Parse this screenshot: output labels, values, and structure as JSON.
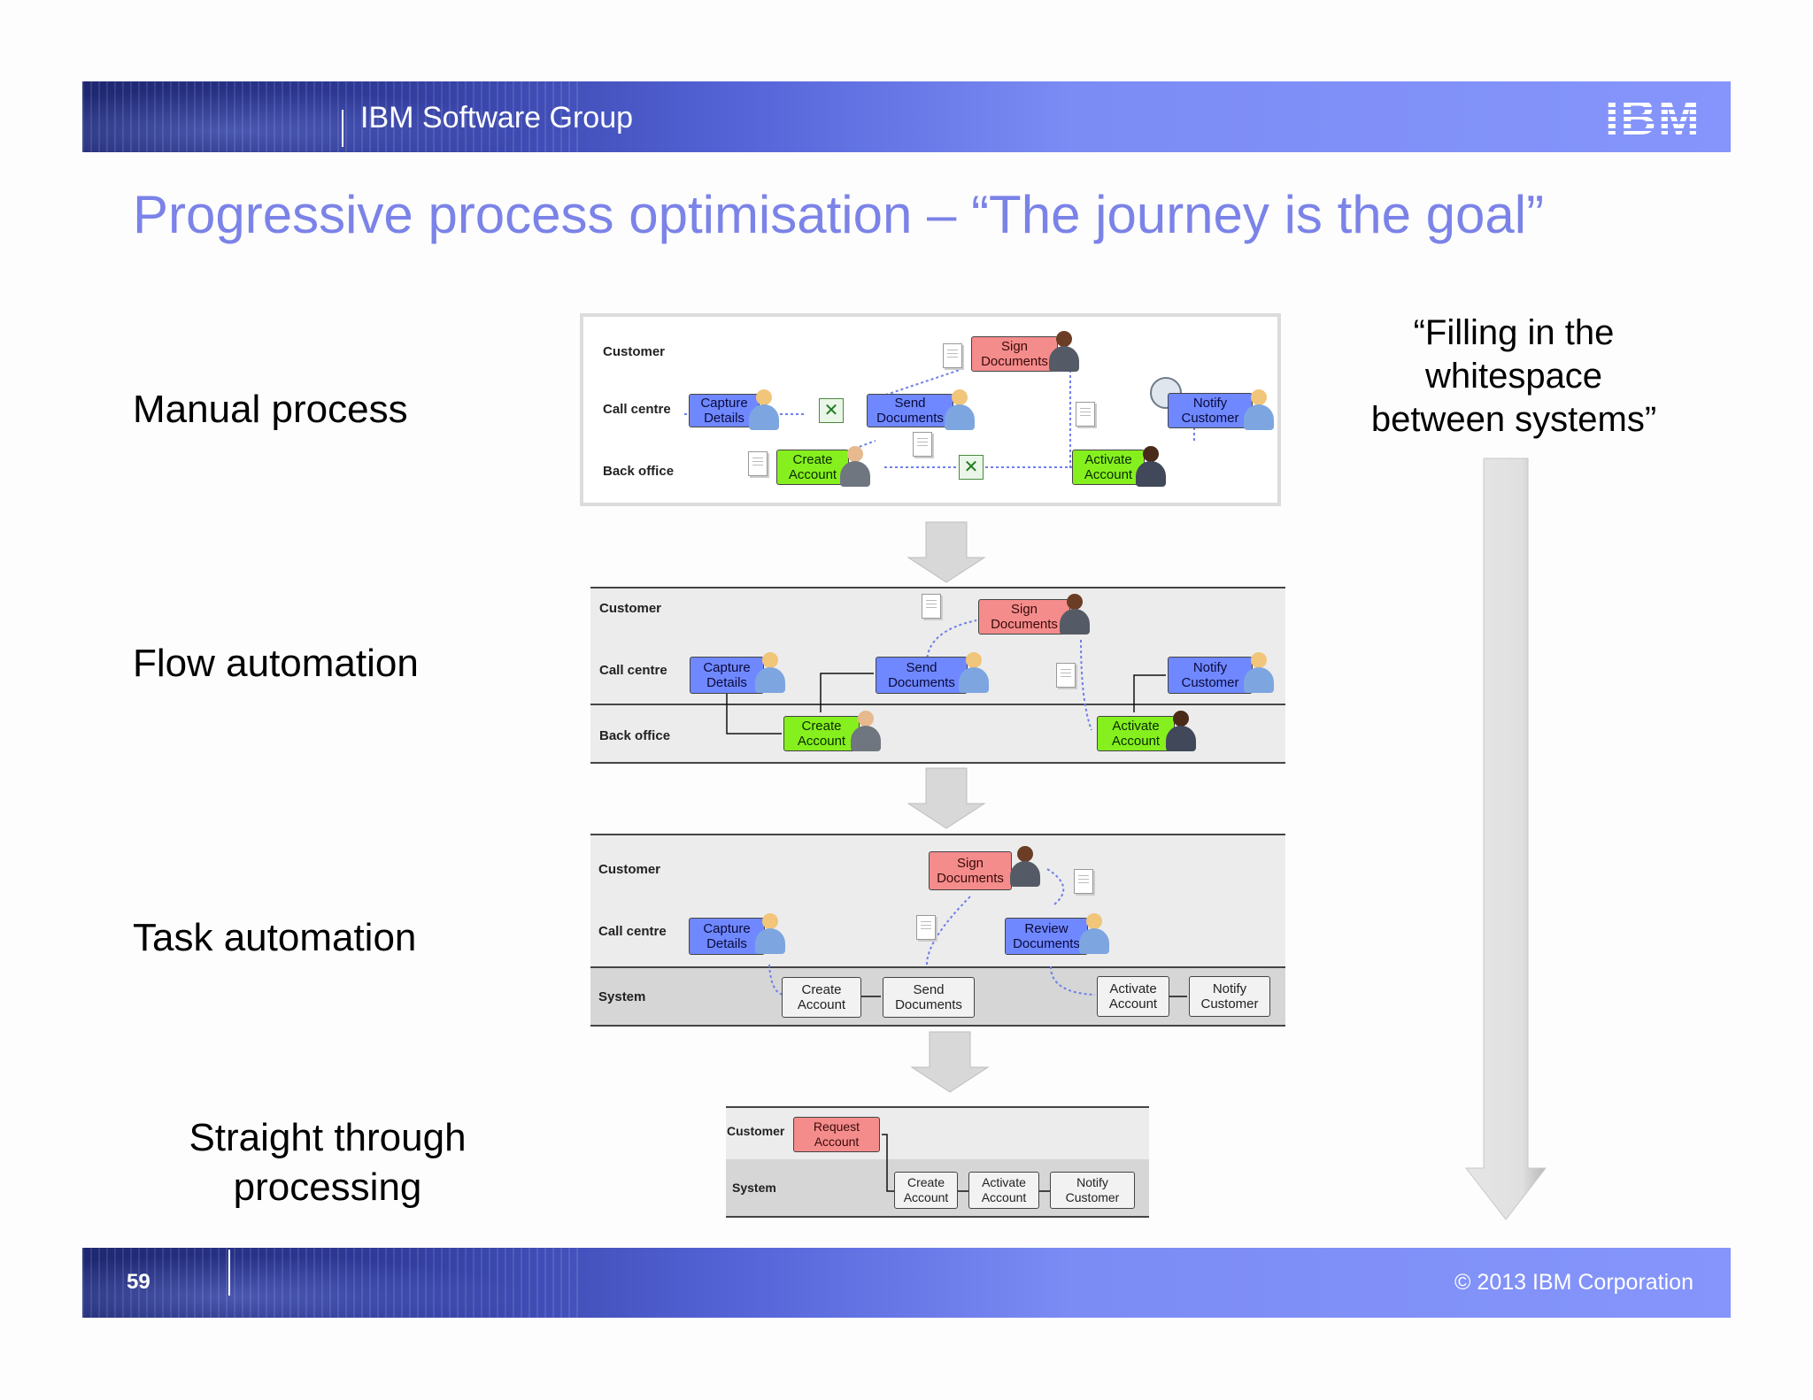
{
  "header": {
    "group": "IBM Software Group",
    "logo": "IBM"
  },
  "title": "Progressive process optimisation – “The journey is the goal”",
  "side_note": [
    "“Filling in the",
    "whitespace",
    "between systems”"
  ],
  "stages": [
    {
      "label": "Manual process"
    },
    {
      "label": "Flow automation"
    },
    {
      "label": "Task automation"
    },
    {
      "label": "Straight through processing"
    }
  ],
  "lanes": {
    "customer": "Customer",
    "call_centre": "Call centre",
    "back_office": "Back office",
    "system": "System"
  },
  "tasks": {
    "capture_details": "Capture Details",
    "send_documents": "Send Documents",
    "sign_documents": "Sign Documents",
    "create_account": "Create Account",
    "activate_account": "Activate Account",
    "notify_customer": "Notify Customer",
    "review_documents": "Review Documents",
    "request_account": "Request Account"
  },
  "footer": {
    "page_number": "59",
    "copyright": "© 2013 IBM Corporation"
  },
  "colors": {
    "title": "#7b83e8",
    "call_centre_task": "#6f88ff",
    "customer_task": "#f48c8c",
    "back_office_task": "#86f01e",
    "system_task": "#f2f2f2"
  }
}
